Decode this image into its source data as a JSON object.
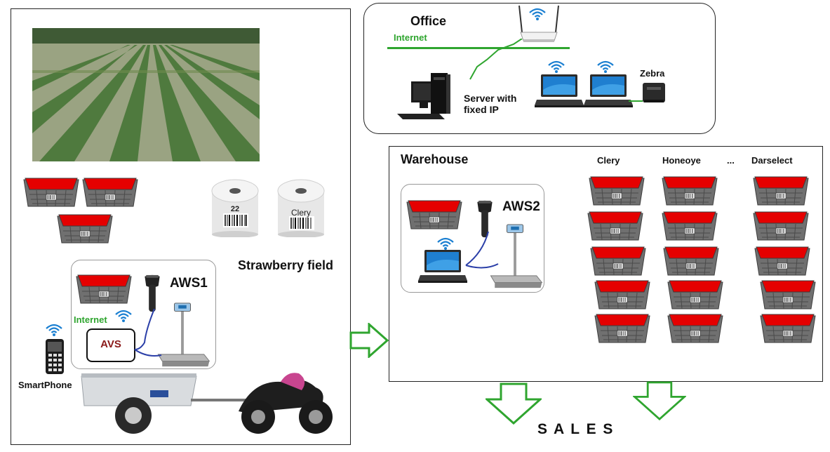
{
  "field": {
    "title": "Strawberry field",
    "aws_label": "AWS1",
    "internet_label": "Internet",
    "avs_label": "AVS",
    "phone_label": "SmartPhone",
    "roll1_text": "22",
    "roll2_text": "Clery"
  },
  "office": {
    "title": "Office",
    "internet_label": "Internet",
    "server_label_line1": "Server with",
    "server_label_line2": "fixed IP",
    "printer_label": "Zebra"
  },
  "warehouse": {
    "title": "Warehouse",
    "aws_label": "AWS2",
    "columns": [
      "Clery",
      "Honeoye",
      "...",
      "Darselect"
    ]
  },
  "sales": {
    "label": "S A L E S"
  },
  "colors": {
    "crate_red": "#e50000",
    "crate_gray": "#6d6d6d",
    "internet_green": "#2fa52f",
    "wifi_blue": "#1a7fd1",
    "arrow_green": "#2fa52f",
    "avs_red": "#8b1a1a"
  }
}
